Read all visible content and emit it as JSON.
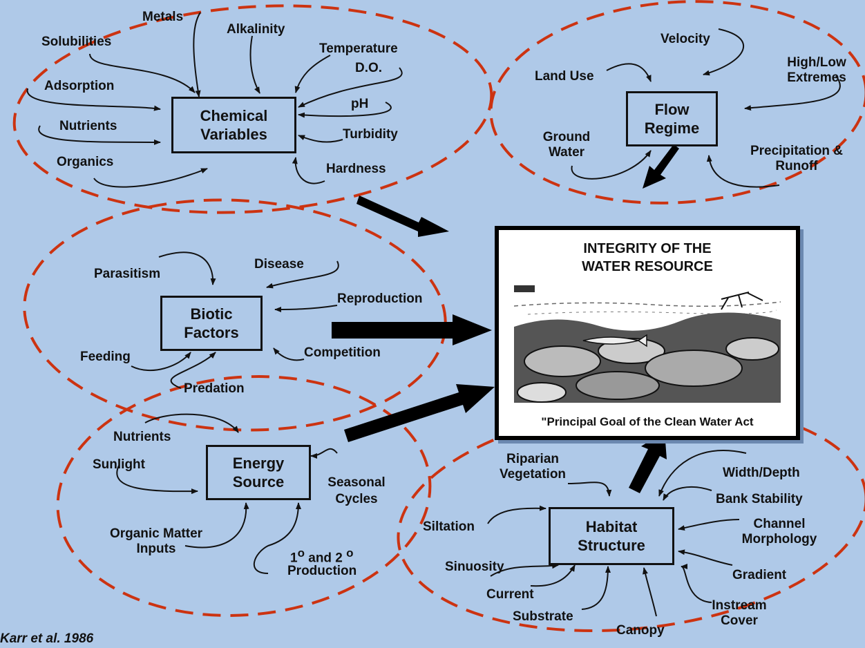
{
  "chemical": {
    "box": [
      "Chemical",
      "Variables"
    ],
    "inputs": [
      "Metals",
      "Alkalinity",
      "Solubilities",
      "Temperature",
      "D.O.",
      "Adsorption",
      "pH",
      "Nutrients",
      "Turbidity",
      "Organics",
      "Hardness"
    ]
  },
  "flow": {
    "box": [
      "Flow",
      "Regime"
    ],
    "inputs": [
      "Velocity",
      "Land Use",
      "High/Low",
      "Extremes",
      "Ground",
      "Water",
      "Precipitation &",
      "Runoff"
    ]
  },
  "biotic": {
    "box": [
      "Biotic",
      "Factors"
    ],
    "inputs": [
      "Parasitism",
      "Disease",
      "Reproduction",
      "Feeding",
      "Competition",
      "Predation"
    ]
  },
  "energy": {
    "box": [
      "Energy",
      "Source"
    ],
    "inputs": [
      "Nutrients",
      "Sunlight",
      "Seasonal",
      "Cycles",
      "Organic Matter",
      "Inputs",
      "1",
      "o",
      "and 2",
      "o",
      "Production"
    ]
  },
  "habitat": {
    "box": [
      "Habitat",
      "Structure"
    ],
    "inputs": [
      "Riparian",
      "Vegetation",
      "Width/Depth",
      "Bank Stability",
      "Siltation",
      "Channel",
      "Morphology",
      "Sinuosity",
      "Gradient",
      "Current",
      "Substrate",
      "Instream",
      "Cover",
      "Canopy"
    ]
  },
  "goal": {
    "title": [
      "INTEGRITY OF THE",
      "WATER RESOURCE"
    ],
    "subtitle": "\"Principal Goal of the Clean Water Act"
  },
  "citation": "Karr et al. 1986",
  "colors": {
    "background": "#afc9e8",
    "ellipse_dash": "#cc3311",
    "ink": "#111111"
  }
}
